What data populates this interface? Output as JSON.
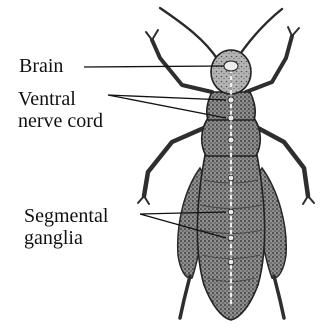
{
  "labels": {
    "brain": "Brain",
    "ventral_line1": "Ventral",
    "ventral_line2": "nerve cord",
    "segmental_line1": "Segmental",
    "segmental_line2": "ganglia"
  },
  "colors": {
    "ink": "#1a1a1a",
    "body_fill": "#6e6e6e",
    "body_dark": "#3c3c3c",
    "background": "#ffffff"
  },
  "icons": {
    "illustration": "grasshopper-nervous-system"
  }
}
